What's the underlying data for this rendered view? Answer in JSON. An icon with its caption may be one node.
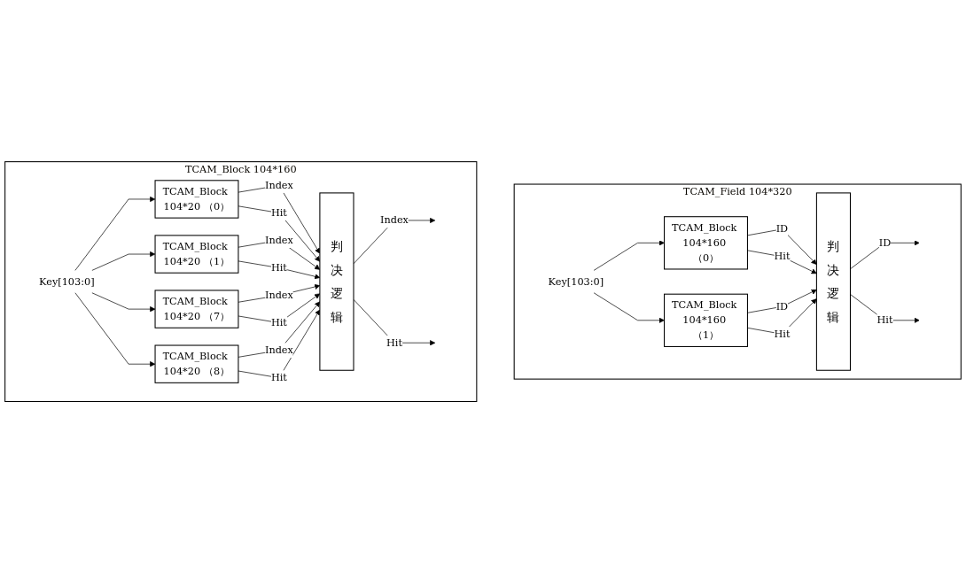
{
  "diagram": {
    "nodes": [
      {
        "text": [
          "TCAM_Block 104*160"
        ]
      },
      {
        "text": [
          "TCAM_Block 104*20 （0）"
        ],
        "in": 0
      },
      {
        "text": [
          "TCAM_Block 104*20 （1）"
        ],
        "in": 0
      },
      {
        "text": [
          "TCAM_Block 104*20 （7）"
        ],
        "in": 0
      },
      {
        "text": [
          "TCAM_Block 104*20 （8）"
        ],
        "in": 0
      },
      {
        "text": [
          "判决逻辑"
        ],
        "in": 0
      },
      {
        "text": [
          "Key[103:0]"
        ],
        "in": 0
      },
      {
        "text": [
          "TCAM_Field 104*320"
        ]
      },
      {
        "text": [
          "TCAM_Block 104*160 （0）"
        ],
        "in": 7
      },
      {
        "text": [
          "TCAM_Block 104*160 （1）"
        ],
        "in": 7
      },
      {
        "text": [
          "判决逻辑"
        ],
        "in": 7
      },
      {
        "text": [
          "Key[103:0]"
        ],
        "in": 7
      }
    ],
    "edges": [
      {
        "from": 6,
        "to": 1,
        "arrow": "to"
      },
      {
        "from": 6,
        "to": 2,
        "arrow": "to"
      },
      {
        "from": 6,
        "to": 3,
        "arrow": "to"
      },
      {
        "from": 6,
        "to": 4,
        "arrow": "to"
      },
      {
        "from": 1,
        "to": 5,
        "label": "Index",
        "arrow": "to"
      },
      {
        "from": 1,
        "to": 5,
        "label": "Hit",
        "arrow": "to"
      },
      {
        "from": 2,
        "to": 5,
        "label": "Index",
        "arrow": "to"
      },
      {
        "from": 2,
        "to": 5,
        "label": "Hit",
        "arrow": "to"
      },
      {
        "from": 3,
        "to": 5,
        "label": "Index",
        "arrow": "to"
      },
      {
        "from": 3,
        "to": 5,
        "label": "Hit",
        "arrow": "to"
      },
      {
        "from": 4,
        "to": 5,
        "label": "Index",
        "arrow": "to"
      },
      {
        "from": 4,
        "to": 5,
        "label": "Hit",
        "arrow": "to"
      },
      {
        "from": 5,
        "to": null,
        "label": "Index",
        "arrow": "to"
      },
      {
        "from": 5,
        "to": null,
        "label": "Hit",
        "arrow": "to"
      },
      {
        "from": 11,
        "to": 8,
        "arrow": "to"
      },
      {
        "from": 11,
        "to": 9,
        "arrow": "to"
      },
      {
        "from": 8,
        "to": 10,
        "label": "ID",
        "arrow": "to"
      },
      {
        "from": 8,
        "to": 10,
        "label": "Hit",
        "arrow": "to"
      },
      {
        "from": 9,
        "to": 10,
        "label": "ID",
        "arrow": "to"
      },
      {
        "from": 9,
        "to": 10,
        "label": "Hit",
        "arrow": "to"
      },
      {
        "from": 10,
        "to": null,
        "label": "ID",
        "arrow": "to"
      },
      {
        "from": 10,
        "to": null,
        "label": "Hit",
        "arrow": "to"
      }
    ]
  }
}
